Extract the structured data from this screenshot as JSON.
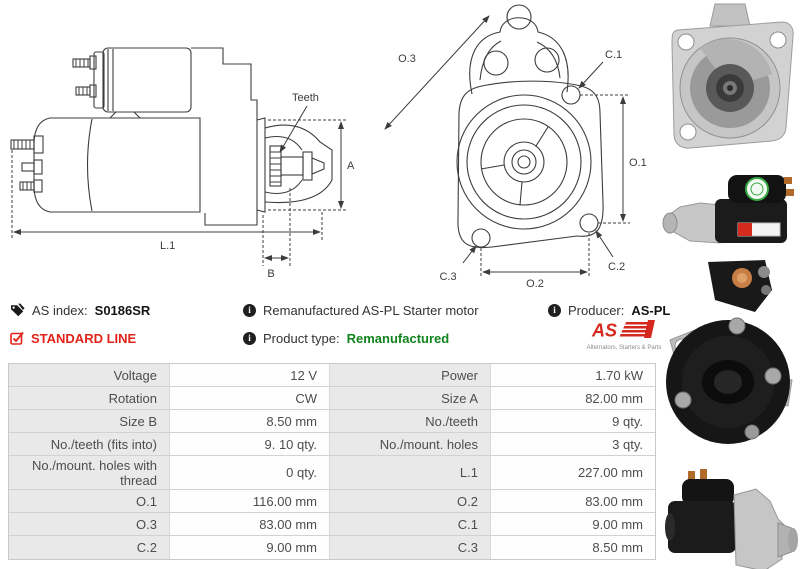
{
  "diagram": {
    "side_view": {
      "teeth_label": "Teeth",
      "dim_a": "A",
      "dim_b": "B",
      "dim_l1": "L.1"
    },
    "front_view": {
      "dim_o3": "O.3",
      "dim_c1": "C.1",
      "dim_o1": "O.1",
      "dim_c2": "C.2",
      "dim_c3": "C.3",
      "dim_o2": "O.2"
    }
  },
  "info_bar": {
    "as_index": {
      "label": "AS index:",
      "value": "S0186SR"
    },
    "standard_line": "STANDARD LINE",
    "description": "Remanufactured AS-PL Starter motor",
    "product_type": {
      "label": "Product type:",
      "value": "Remanufactured"
    },
    "producer": {
      "label": "Producer:",
      "value": "AS-PL"
    },
    "brand": {
      "logo_text": "AS",
      "tagline": "Alternators, Starters & Parts"
    }
  },
  "colors": {
    "accent_red": "#e2231a",
    "product_type_green": "#12831d",
    "table_label_bg": "#e9e9e9",
    "table_text": "#4d4d4d",
    "drawing_line": "#3c3c3c"
  },
  "photos": [
    "Starter motor front flange photo",
    "Starter motor side photo",
    "Starter motor rear cap photo",
    "Starter motor side photo 2"
  ],
  "spec_table": {
    "rows": [
      {
        "label1": "Voltage",
        "value1": "12 V",
        "label2": "Power",
        "value2": "1.70 kW"
      },
      {
        "label1": "Rotation",
        "value1": "CW",
        "label2": "Size A",
        "value2": "82.00 mm"
      },
      {
        "label1": "Size B",
        "value1": "8.50 mm",
        "label2": "No./teeth",
        "value2": "9 qty."
      },
      {
        "label1": "No./teeth (fits into)",
        "value1": "9. 10 qty.",
        "label2": "No./mount. holes",
        "value2": "3 qty."
      },
      {
        "label1": "No./mount. holes with thread",
        "value1": "0 qty.",
        "label2": "L.1",
        "value2": "227.00 mm"
      },
      {
        "label1": "O.1",
        "value1": "116.00 mm",
        "label2": "O.2",
        "value2": "83.00 mm"
      },
      {
        "label1": "O.3",
        "value1": "83.00 mm",
        "label2": "C.1",
        "value2": "9.00 mm"
      },
      {
        "label1": "C.2",
        "value1": "9.00 mm",
        "label2": "C.3",
        "value2": "8.50 mm"
      }
    ]
  }
}
